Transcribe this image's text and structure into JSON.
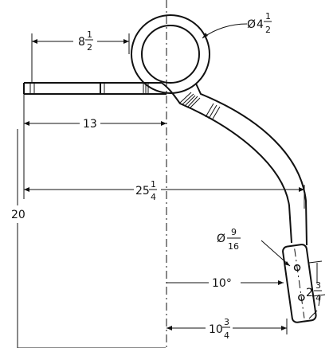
{
  "dimensions": {
    "loop_diameter": {
      "symbol": "Ø",
      "whole": "4",
      "num": "1",
      "den": "2"
    },
    "loop_offset": {
      "whole": "8",
      "num": "1",
      "den": "2"
    },
    "shank_length": {
      "whole": "13"
    },
    "overall_length": {
      "whole": "25",
      "num": "1",
      "den": "4"
    },
    "overall_height": {
      "whole": "20"
    },
    "hole_diameter": {
      "symbol": "Ø",
      "num": "9",
      "den": "16"
    },
    "hole_spacing": {
      "whole": "2",
      "num": "3",
      "den": "4"
    },
    "tip_angle": {
      "text": "10°"
    },
    "tip_offset": {
      "whole": "10",
      "num": "3",
      "den": "4"
    }
  }
}
